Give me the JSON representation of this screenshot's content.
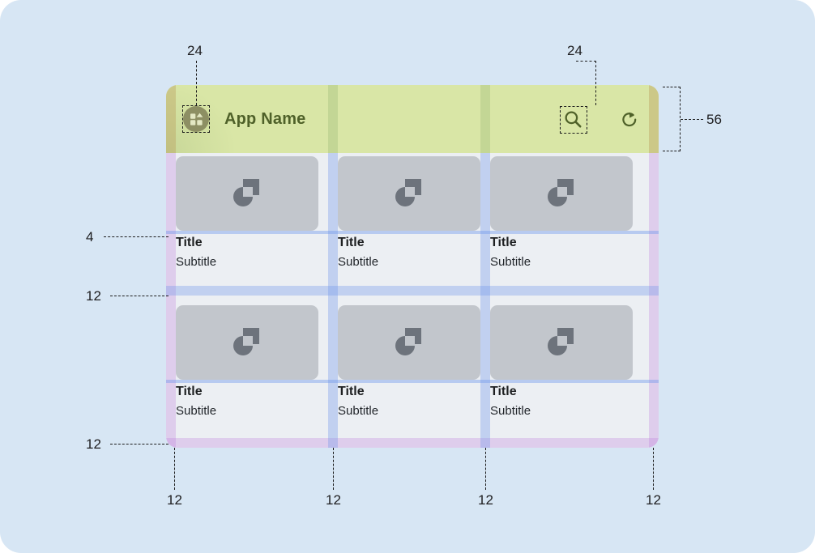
{
  "meta": {
    "background_color": "#d7e6f4",
    "appbar_color": "#d9e6a6",
    "surface_color": "#eceff3",
    "media_color": "#c2c6cc",
    "gutter_overlay_color": "#6e96eb",
    "padding_overlay_color": "#ba78dc",
    "title_color": "#1e2022",
    "appbar_text_color": "#4f6129"
  },
  "appbar": {
    "title": "App Name",
    "menu_icon": "dashboard-grid-icon",
    "search_icon": "search-icon",
    "refresh_icon": "refresh-icon",
    "height_label": "56"
  },
  "annotations": {
    "menu_touch_target": "24",
    "search_touch_target": "24",
    "appbar_height": "56",
    "title_gap": "4",
    "row_gutter": "12",
    "bottom_padding": "12",
    "column_left_padding": "12",
    "column_gutter_1": "12",
    "column_gutter_2": "12",
    "column_right_padding": "12"
  },
  "grid": {
    "rows": [
      {
        "cards": [
          {
            "title": "Title",
            "subtitle": "Subtitle",
            "media_icon": "image-placeholder-icon"
          },
          {
            "title": "Title",
            "subtitle": "Subtitle",
            "media_icon": "image-placeholder-icon"
          },
          {
            "title": "Title",
            "subtitle": "Subtitle",
            "media_icon": "image-placeholder-icon"
          }
        ]
      },
      {
        "cards": [
          {
            "title": "Title",
            "subtitle": "Subtitle",
            "media_icon": "image-placeholder-icon"
          },
          {
            "title": "Title",
            "subtitle": "Subtitle",
            "media_icon": "image-placeholder-icon"
          },
          {
            "title": "Title",
            "subtitle": "Subtitle",
            "media_icon": "image-placeholder-icon"
          }
        ]
      }
    ]
  }
}
